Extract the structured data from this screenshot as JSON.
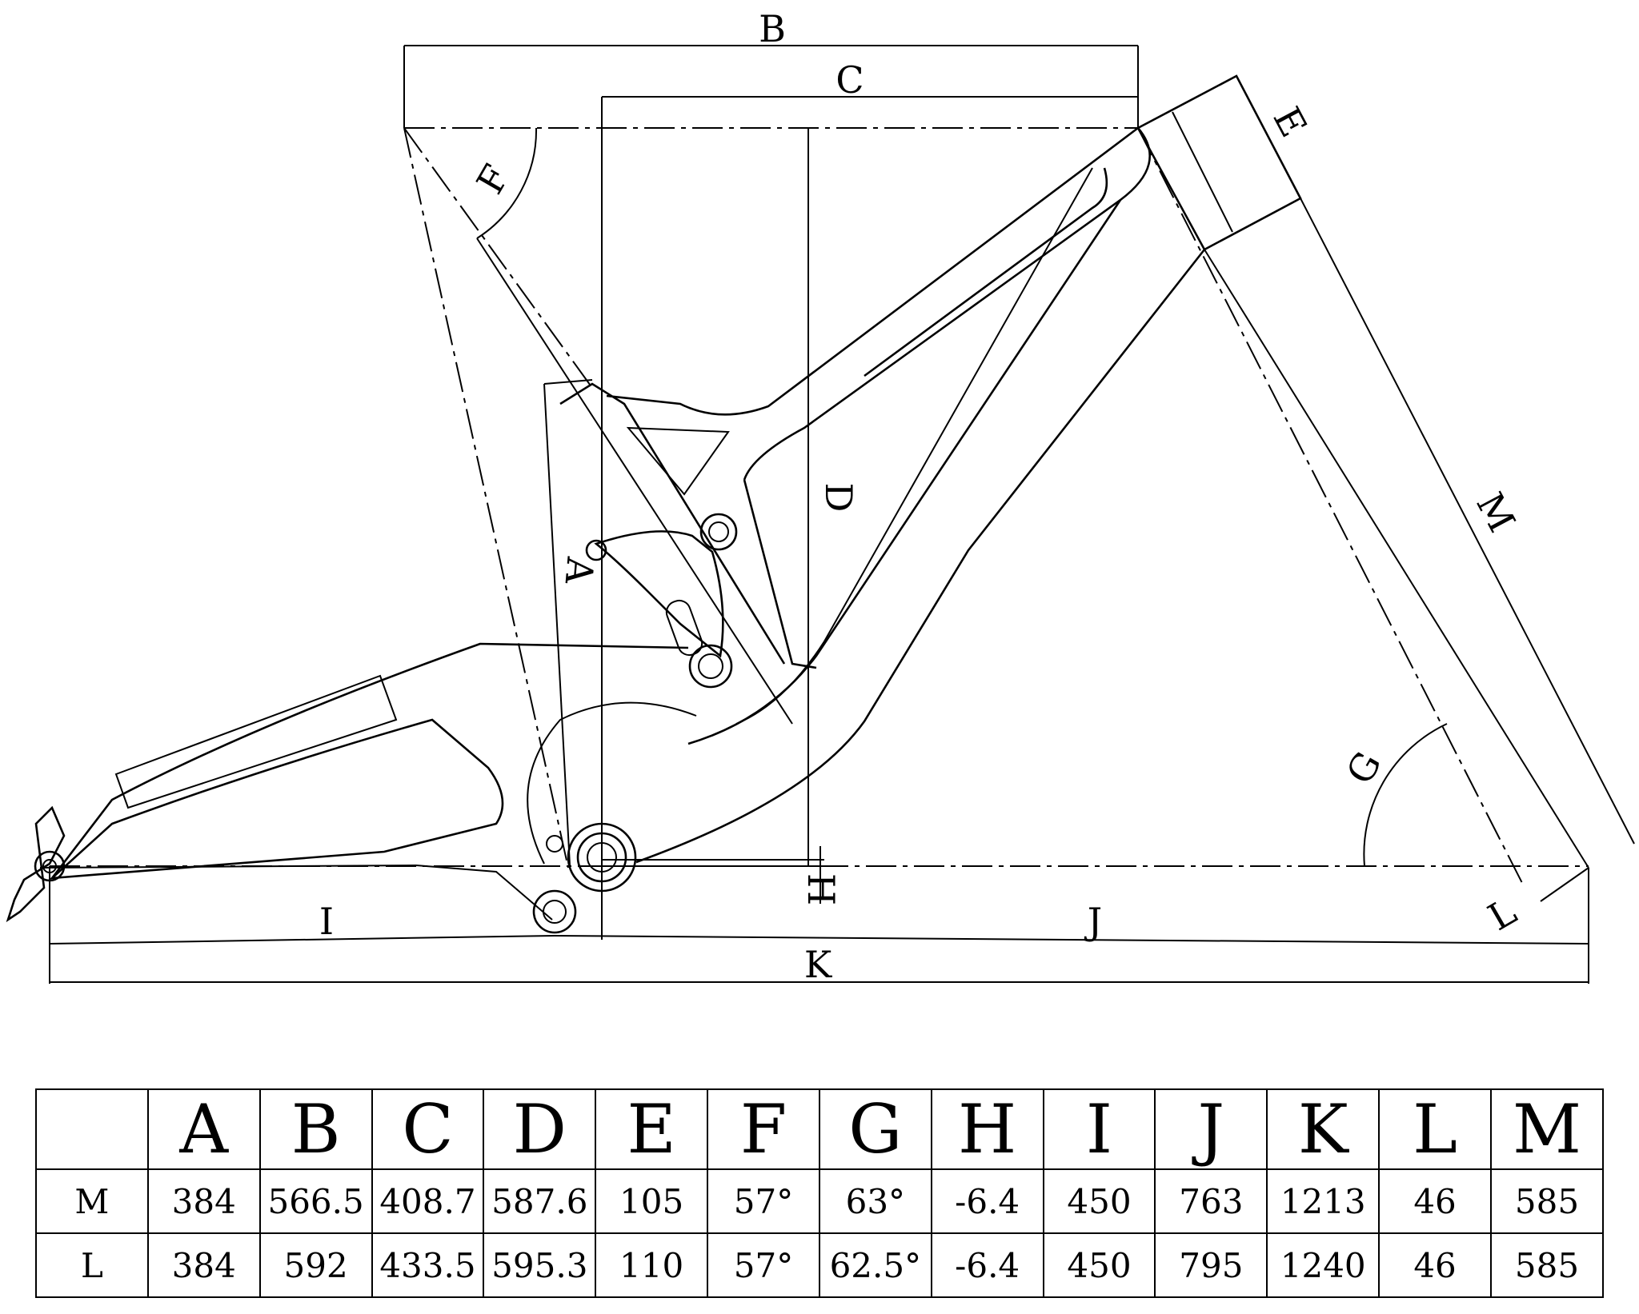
{
  "diagram": {
    "dimension_labels": [
      "A",
      "B",
      "C",
      "D",
      "E",
      "F",
      "G",
      "H",
      "I",
      "J",
      "K",
      "L",
      "M"
    ]
  },
  "table": {
    "columns": [
      "A",
      "B",
      "C",
      "D",
      "E",
      "F",
      "G",
      "H",
      "I",
      "J",
      "K",
      "L",
      "M"
    ],
    "rows": [
      {
        "size": "M",
        "values": [
          "384",
          "566.5",
          "408.7",
          "587.6",
          "105",
          "57°",
          "63°",
          "-6.4",
          "450",
          "763",
          "1213",
          "46",
          "585"
        ]
      },
      {
        "size": "L",
        "values": [
          "384",
          "592",
          "433.5",
          "595.3",
          "110",
          "57°",
          "62.5°",
          "-6.4",
          "450",
          "795",
          "1240",
          "46",
          "585"
        ]
      }
    ]
  }
}
